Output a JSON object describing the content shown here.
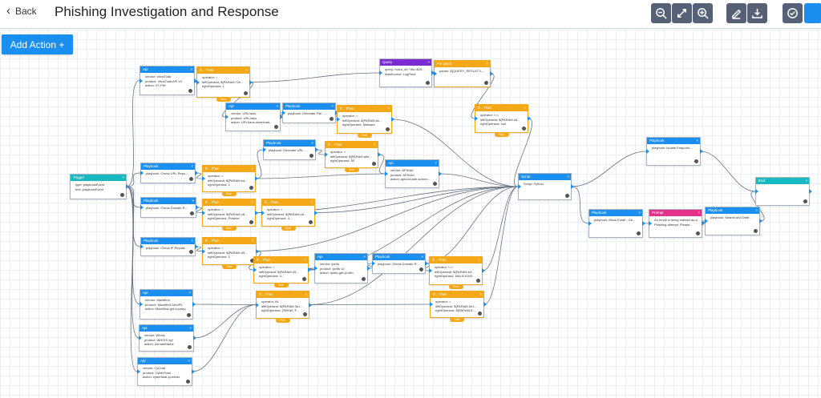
{
  "header": {
    "back_label": "Back",
    "title": "Phishing Investigation and Response"
  },
  "toolbar": {
    "icons": [
      "zoom-out-icon",
      "fit-to-screen-icon",
      "zoom-in-icon",
      "edit-icon",
      "download-icon",
      "check-circle-icon"
    ],
    "colors": {
      "icon_button": "#566178",
      "primary": "#1b8ff0"
    }
  },
  "canvas": {
    "add_action_label": "Add Action +",
    "tag_false": "Else",
    "colors": {
      "api": "#1b8ff0",
      "condition": "#f4a817",
      "query": "#7b2bd1",
      "trigger": "#18b9c1",
      "prompt": "#e3318a"
    }
  },
  "nodes": [
    {
      "kind": "Trigger",
      "color": "teal",
      "lines": [
        "type: playbookEvent",
        "text: playbookEvent"
      ]
    },
    {
      "kind": "Api",
      "color": "blue",
      "lines": [
        "vendor: VirusTotal",
        "product: VirusTotal API v3",
        "action: VT-File"
      ]
    },
    {
      "kind": "If... Then",
      "color": "orange",
      "lines": [
        "operator: =",
        "leftOperand: ${PARAM.72c...",
        "rightOperand: 1"
      ]
    },
    {
      "kind": "Query",
      "color": "purple",
      "lines": [
        "query: ncsm_id=* file=$25...",
        "dataSource: LogPoint"
      ]
    },
    {
      "kind": "For Each",
      "color": "orange",
      "lines": [
        "param: ${QUERY_RESULT.0...."
      ]
    },
    {
      "kind": "Api",
      "color": "blue",
      "lines": [
        "vendor: URLhaus",
        "product: URLhaus",
        "action: URLhaus-download..."
      ]
    },
    {
      "kind": "Playbook",
      "color": "blue",
      "lines": [
        "playbook: Detonate File - ..."
      ]
    },
    {
      "kind": "If... Then",
      "color": "orange",
      "lines": [
        "operator: =",
        "leftOperand: ${PARAM.bc...",
        "rightOperand: Malware"
      ]
    },
    {
      "kind": "If... Then",
      "color": "orange",
      "lines": [
        "operator: !==",
        "leftOperand: ${PARAM.d4...",
        "rightOperand: null"
      ]
    },
    {
      "kind": "Playbook",
      "color": "blue",
      "lines": [
        "playbook: Check URL Repu..."
      ]
    },
    {
      "kind": "If... Then",
      "color": "orange",
      "lines": [
        "operator: =",
        "leftOperand: ${PARAM.ed...",
        "rightOperand: 1"
      ]
    },
    {
      "kind": "Playbook",
      "color": "blue",
      "lines": [
        "playbook: Detonate URL - ..."
      ]
    },
    {
      "kind": "If... Then",
      "color": "orange",
      "lines": [
        "operator: >",
        "leftOperand: ${PARAM.a5e...",
        "rightOperand: 50"
      ]
    },
    {
      "kind": "Api",
      "color": "blue",
      "lines": [
        "vendor: APIVoid",
        "product: APIVoid",
        "action: apivoid-site-screen..."
      ]
    },
    {
      "kind": "Script",
      "color": "blue",
      "lines": [
        "Script: Python"
      ]
    },
    {
      "kind": "Playbook",
      "color": "blue",
      "lines": [
        "playbook: Isolate Endpoint ..."
      ]
    },
    {
      "kind": "End",
      "color": "teal",
      "lines": []
    },
    {
      "kind": "Playbook",
      "color": "blue",
      "lines": [
        "playbook: Check Domain R..."
      ]
    },
    {
      "kind": "If... Then",
      "color": "orange",
      "lines": [
        "operator: =",
        "leftOperand: ${PARAM.c8...",
        "rightOperand: Positive"
      ]
    },
    {
      "kind": "If... Then",
      "color": "orange",
      "lines": [
        "operator: =",
        "leftOperand: ${PARAM.c8...",
        "rightOperand: 4..."
      ]
    },
    {
      "kind": "Playbook",
      "color": "blue",
      "lines": [
        "playbook: Block Email - Ge..."
      ]
    },
    {
      "kind": "Prompt",
      "color": "pink",
      "lines": [
        "An email is being marked as a",
        "Phishing attempt. Please..."
      ]
    },
    {
      "kind": "Playbook",
      "color": "blue",
      "lines": [
        "playbook: Search and Dele..."
      ]
    },
    {
      "kind": "Playbook",
      "color": "blue",
      "lines": [
        "playbook: Check IP Reputa..."
      ]
    },
    {
      "kind": "If... Then",
      "color": "orange",
      "lines": [
        "operator: =",
        "leftOperand: ${PARAM.d9...",
        "rightOperand: 1"
      ]
    },
    {
      "kind": "If... Then",
      "color": "orange",
      "lines": [
        "operator: =",
        "leftOperand: ${PARAM.49...",
        "rightOperand: 4..."
      ]
    },
    {
      "kind": "Api",
      "color": "blue",
      "lines": [
        "vendor: ipinfo",
        "product: ipinfo v2",
        "action: ipinfo-get-ip-info"
      ]
    },
    {
      "kind": "Playbook",
      "color": "blue",
      "lines": [
        "playbook: Check Domain R..."
      ]
    },
    {
      "kind": "If... Then",
      "color": "orange",
      "lines": [
        "operator: !==",
        "leftOperand: ${PARAM.b3...",
        "rightOperand: MALICIOUS"
      ]
    },
    {
      "kind": "Api",
      "color": "blue",
      "lines": [
        "vendor: MaxMind",
        "product: MaxMind GeoIP2",
        "action: MaxMind-get-country"
      ]
    },
    {
      "kind": "If... Then",
      "color": "orange",
      "lines": [
        "operator: IN",
        "leftOperand: ${PARAM.3e1...",
        "rightOperand: ['RBSM','F..."
      ]
    },
    {
      "kind": "If... Then",
      "color": "orange",
      "lines": [
        "operator: =",
        "leftOperand: ${PARAM.0e1...",
        "rightOperand: ${PARAM.8..."
      ]
    },
    {
      "kind": "Api",
      "color": "blue",
      "lines": [
        "vendor: Whois",
        "product: WHOIS api",
        "action: domainName"
      ]
    },
    {
      "kind": "Api",
      "color": "blue",
      "lines": [
        "vendor: CyCraft",
        "product: CyberTotal",
        "action: cybertotal-ip-whois"
      ]
    }
  ]
}
